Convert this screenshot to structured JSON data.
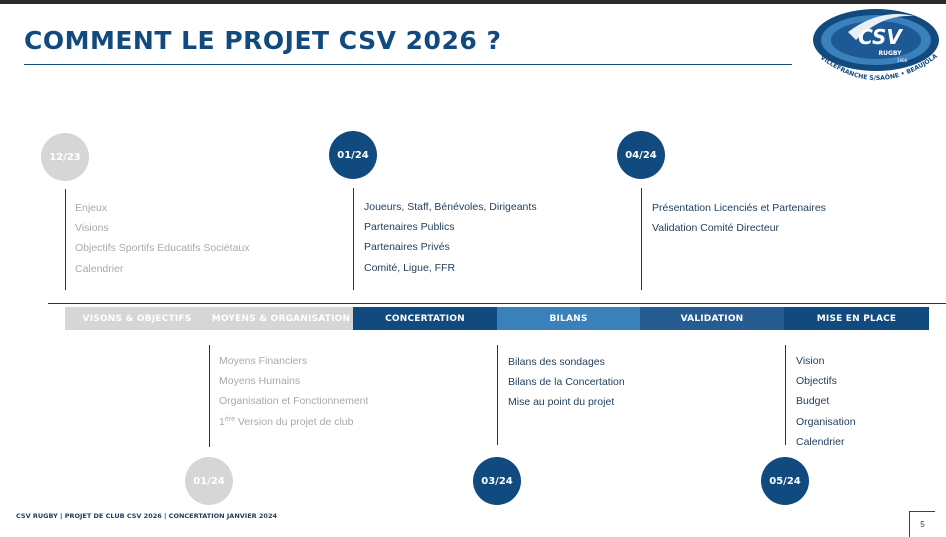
{
  "slide": {
    "title": "COMMENT LE PROJET CSV 2026 ?",
    "page_number": "5",
    "footer": "CSV RUGBY | PROJET DE CLUB CSV 2026 |  CONCERTATION JANVIER 2024"
  },
  "logo": {
    "main": "CSV",
    "sub": "RUGBY",
    "year": "1908",
    "ring": "VILLEFRANCHE S/SAÔNE • BEAUJOLAIS"
  },
  "colors": {
    "navy": "#114a7e",
    "mid_blue": "#3a80ba",
    "steel_blue": "#265c91",
    "grey": "#d6d6d6"
  },
  "top_milestones": [
    {
      "date": "12/23",
      "style": "grey",
      "items": [
        "Enjeux",
        "Visions",
        "Objectifs Sportifs Educatifs Sociétaux",
        "Calendrier"
      ]
    },
    {
      "date": "01/24",
      "style": "dark",
      "items": [
        "Joueurs, Staff, Bénévoles, Dirigeants",
        "Partenaires Publics",
        "Partenaires Privés",
        "Comité, Ligue, FFR"
      ]
    },
    {
      "date": "04/24",
      "style": "dark",
      "items": [
        "Présentation Licenciés et Partenaires",
        "Validation Comité Directeur"
      ]
    }
  ],
  "phases": [
    {
      "label": "VISONS & OBJECTIFS",
      "color": "#d6d6d6"
    },
    {
      "label": "MOYENS & ORGANISATION",
      "color": "#d6d6d6"
    },
    {
      "label": "CONCERTATION",
      "color": "#114a7e"
    },
    {
      "label": "BILANS",
      "color": "#3a80ba"
    },
    {
      "label": "VALIDATION",
      "color": "#265c91"
    },
    {
      "label": "MISE EN PLACE",
      "color": "#114a7e"
    }
  ],
  "bottom_milestones": [
    {
      "date": "01/24",
      "style": "grey",
      "items": [
        "Moyens Financiers",
        "Moyens Humains",
        "Organisation et Fonctionnement"
      ],
      "last_item": {
        "prefix": "1",
        "sup": "ère",
        "text": " Version du projet de club"
      }
    },
    {
      "date": "03/24",
      "style": "dark",
      "items": [
        "Bilans des sondages",
        "Bilans de la Concertation",
        "Mise au point du projet"
      ]
    },
    {
      "date": "05/24",
      "style": "dark",
      "items": [
        "Vision",
        "Objectifs",
        "Budget",
        "Organisation",
        "Calendrier"
      ]
    }
  ]
}
